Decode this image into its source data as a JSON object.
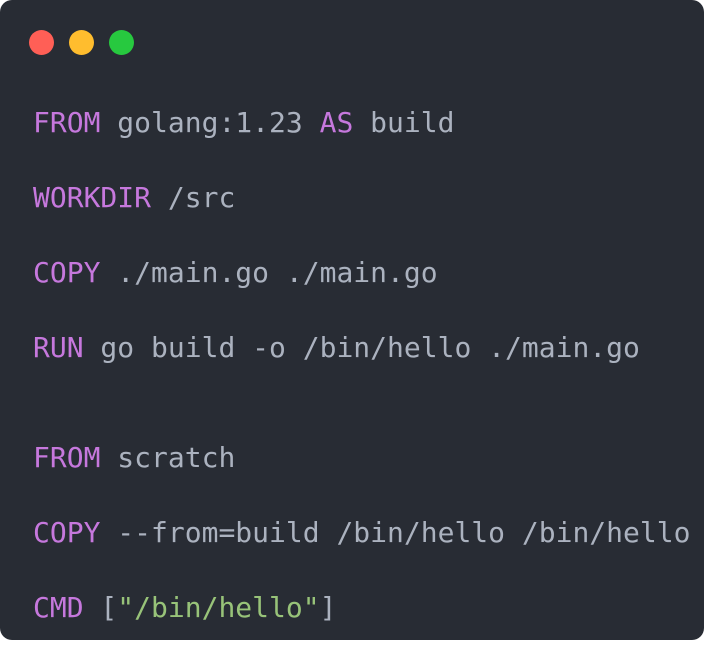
{
  "window": {
    "controls": [
      {
        "name": "close",
        "color": "#ff5f56"
      },
      {
        "name": "minimize",
        "color": "#ffbd2e"
      },
      {
        "name": "maximize",
        "color": "#27c93f"
      }
    ]
  },
  "code": {
    "lines": [
      {
        "tokens": [
          {
            "t": "kw",
            "v": "FROM"
          },
          {
            "t": "pl",
            "v": " golang:1.23 "
          },
          {
            "t": "kw",
            "v": "AS"
          },
          {
            "t": "pl",
            "v": " build"
          }
        ]
      },
      {
        "tokens": [
          {
            "t": "kw",
            "v": "WORKDIR"
          },
          {
            "t": "pl",
            "v": " /src"
          }
        ]
      },
      {
        "tokens": [
          {
            "t": "kw",
            "v": "COPY"
          },
          {
            "t": "pl",
            "v": " ./main.go ./main.go"
          }
        ]
      },
      {
        "tokens": [
          {
            "t": "kw",
            "v": "RUN"
          },
          {
            "t": "pl",
            "v": " go build -o /bin/hello ./main.go"
          }
        ]
      },
      {
        "gap": true,
        "tokens": [
          {
            "t": "kw",
            "v": "FROM"
          },
          {
            "t": "pl",
            "v": " scratch"
          }
        ]
      },
      {
        "tokens": [
          {
            "t": "kw",
            "v": "COPY"
          },
          {
            "t": "pl",
            "v": " --from=build /bin/hello /bin/hello"
          }
        ]
      },
      {
        "tokens": [
          {
            "t": "kw",
            "v": "CMD"
          },
          {
            "t": "pl",
            "v": " ["
          },
          {
            "t": "str",
            "v": "\"/bin/hello\""
          },
          {
            "t": "pl",
            "v": "]"
          }
        ]
      }
    ]
  }
}
